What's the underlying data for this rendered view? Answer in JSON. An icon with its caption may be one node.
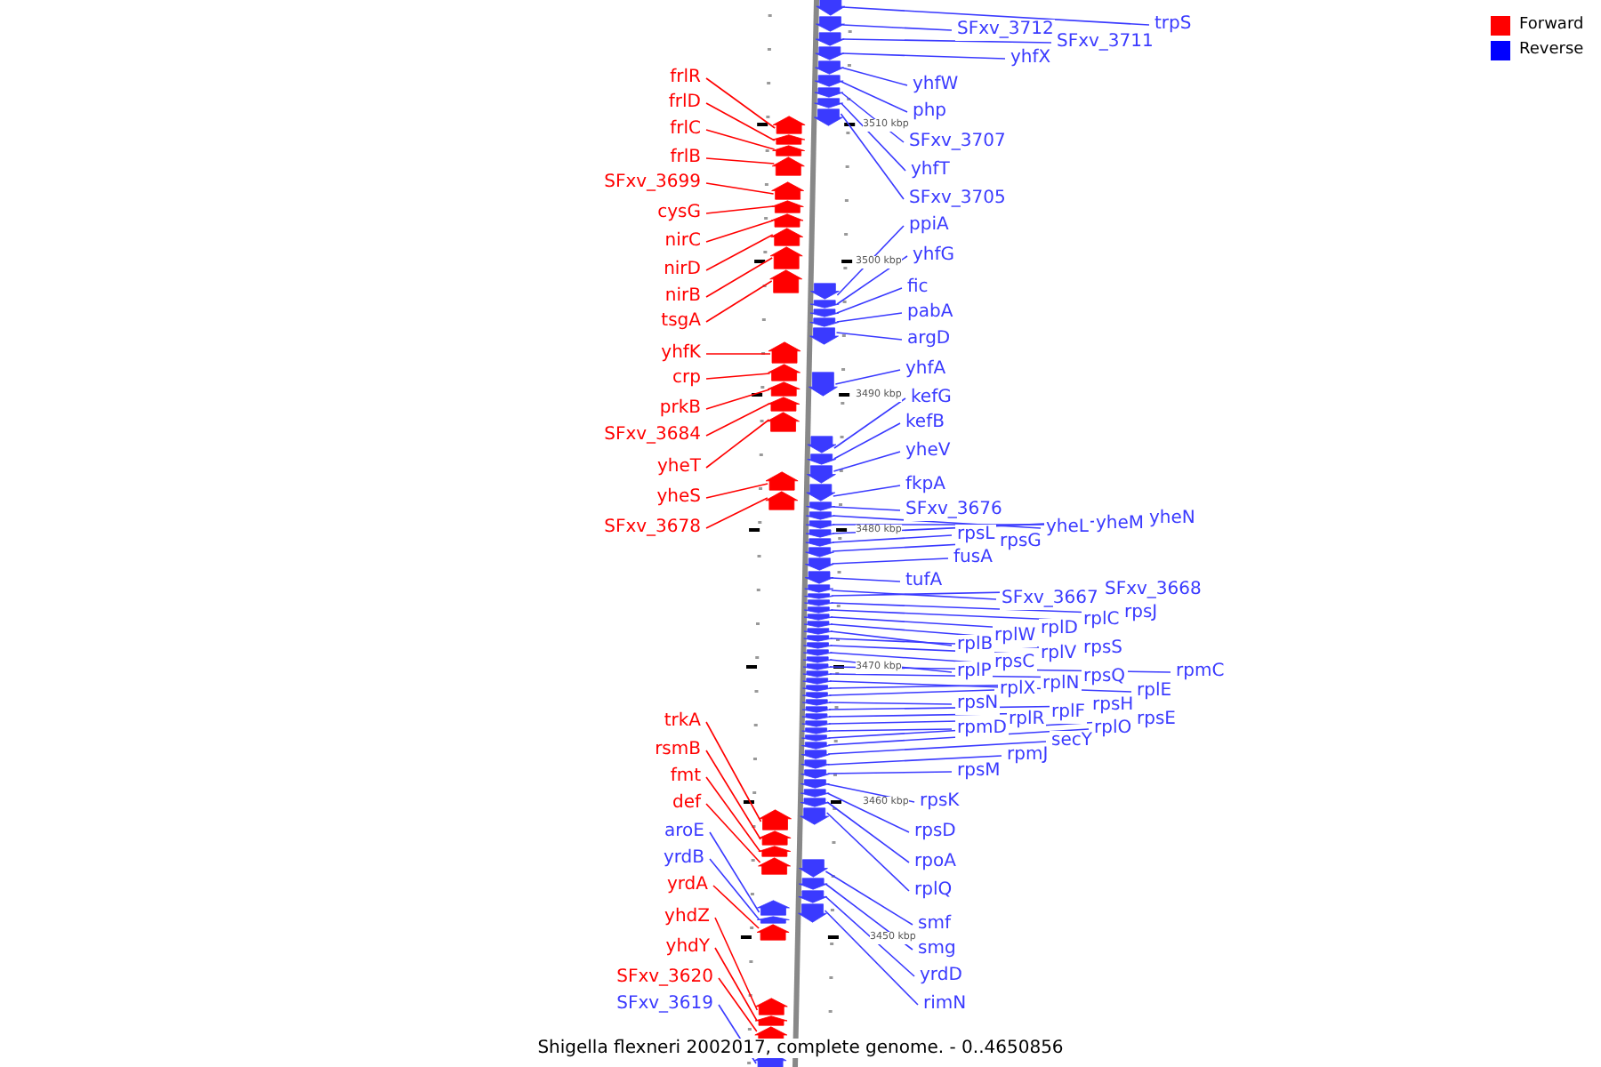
{
  "diagram": {
    "caption": "Shigella flexneri 2002017, complete genome. - 0..4650856",
    "nodes": [
      {
        "text": [
          "frlR"
        ]
      },
      {
        "text": [
          "frlD"
        ]
      },
      {
        "text": [
          "frlC"
        ]
      },
      {
        "text": [
          "frlB"
        ]
      },
      {
        "text": [
          "SFxv_3699"
        ]
      },
      {
        "text": [
          "cysG"
        ]
      },
      {
        "text": [
          "nirC"
        ]
      },
      {
        "text": [
          "nirD"
        ]
      },
      {
        "text": [
          "nirB"
        ]
      },
      {
        "text": [
          "tsgA"
        ]
      },
      {
        "text": [
          "yhfK"
        ]
      },
      {
        "text": [
          "crp"
        ]
      },
      {
        "text": [
          "prkB"
        ]
      },
      {
        "text": [
          "SFxv_3684"
        ]
      },
      {
        "text": [
          "yheT"
        ]
      },
      {
        "text": [
          "yheS"
        ]
      },
      {
        "text": [
          "SFxv_3678"
        ]
      },
      {
        "text": [
          "trkA"
        ]
      },
      {
        "text": [
          "rsmB"
        ]
      },
      {
        "text": [
          "fmt"
        ]
      },
      {
        "text": [
          "def"
        ]
      },
      {
        "text": [
          "aroE"
        ]
      },
      {
        "text": [
          "yrdB"
        ]
      },
      {
        "text": [
          "yrdA"
        ]
      },
      {
        "text": [
          "yhdZ"
        ]
      },
      {
        "text": [
          "yhdY"
        ]
      },
      {
        "text": [
          "SFxv_3620"
        ]
      },
      {
        "text": [
          "SFxv_3619"
        ]
      },
      {
        "text": [
          "trpS"
        ]
      },
      {
        "text": [
          "SFxv_3712"
        ]
      },
      {
        "text": [
          "SFxv_3711"
        ]
      },
      {
        "text": [
          "yhfX"
        ]
      },
      {
        "text": [
          "yhfW"
        ]
      },
      {
        "text": [
          "php"
        ]
      },
      {
        "text": [
          "SFxv_3707"
        ]
      },
      {
        "text": [
          "yhfT"
        ]
      },
      {
        "text": [
          "SFxv_3705"
        ]
      },
      {
        "text": [
          "ppiA"
        ]
      },
      {
        "text": [
          "yhfG"
        ]
      },
      {
        "text": [
          "fic"
        ]
      },
      {
        "text": [
          "pabA"
        ]
      },
      {
        "text": [
          "argD"
        ]
      },
      {
        "text": [
          "yhfA"
        ]
      },
      {
        "text": [
          "kefG"
        ]
      },
      {
        "text": [
          "kefB"
        ]
      },
      {
        "text": [
          "yheV"
        ]
      },
      {
        "text": [
          "fkpA"
        ]
      },
      {
        "text": [
          "SFxv_3676"
        ]
      },
      {
        "text": [
          "yheL"
        ]
      },
      {
        "text": [
          "yheM"
        ]
      },
      {
        "text": [
          "yheN"
        ]
      },
      {
        "text": [
          "rpsL"
        ]
      },
      {
        "text": [
          "rpsG"
        ]
      },
      {
        "text": [
          "fusA"
        ]
      },
      {
        "text": [
          "tufA"
        ]
      },
      {
        "text": [
          "SFxv_3667"
        ]
      },
      {
        "text": [
          "SFxv_3668"
        ]
      },
      {
        "text": [
          "rpsJ"
        ]
      },
      {
        "text": [
          "rplC"
        ]
      },
      {
        "text": [
          "rplD"
        ]
      },
      {
        "text": [
          "rplW"
        ]
      },
      {
        "text": [
          "rplB"
        ]
      },
      {
        "text": [
          "rpsS"
        ]
      },
      {
        "text": [
          "rplV"
        ]
      },
      {
        "text": [
          "rpsC"
        ]
      },
      {
        "text": [
          "rplP"
        ]
      },
      {
        "text": [
          "rpmC"
        ]
      },
      {
        "text": [
          "rpsQ"
        ]
      },
      {
        "text": [
          "rplE"
        ]
      },
      {
        "text": [
          "rplN"
        ]
      },
      {
        "text": [
          "rplX"
        ]
      },
      {
        "text": [
          "rpsN"
        ]
      },
      {
        "text": [
          "rpsH"
        ]
      },
      {
        "text": [
          "rplF"
        ]
      },
      {
        "text": [
          "rplR"
        ]
      },
      {
        "text": [
          "rpmD"
        ]
      },
      {
        "text": [
          "rpsE"
        ]
      },
      {
        "text": [
          "rplO"
        ]
      },
      {
        "text": [
          "secY"
        ]
      },
      {
        "text": [
          "rpmJ"
        ]
      },
      {
        "text": [
          "rpsM"
        ]
      },
      {
        "text": [
          "rpsK"
        ]
      },
      {
        "text": [
          "rpsD"
        ]
      },
      {
        "text": [
          "rpoA"
        ]
      },
      {
        "text": [
          "rplQ"
        ]
      },
      {
        "text": [
          "smf"
        ]
      },
      {
        "text": [
          "smg"
        ]
      },
      {
        "text": [
          "yrdD"
        ]
      },
      {
        "text": [
          "rimN"
        ]
      },
      {
        "text": [],
        "shape": "arrow"
      },
      {
        "text": [],
        "shape": "arrow"
      },
      {
        "text": [],
        "shape": "arrow"
      },
      {
        "text": [],
        "shape": "arrow"
      },
      {
        "text": [],
        "shape": "arrow"
      },
      {
        "text": [],
        "shape": "arrow"
      },
      {
        "text": [],
        "shape": "arrow"
      },
      {
        "text": [],
        "shape": "arrow"
      },
      {
        "text": [],
        "shape": "arrow"
      },
      {
        "text": [],
        "shape": "arrow"
      },
      {
        "text": [],
        "shape": "arrow"
      },
      {
        "text": [],
        "shape": "arrow"
      },
      {
        "text": [],
        "shape": "arrow"
      },
      {
        "text": [],
        "shape": "arrow"
      },
      {
        "text": [],
        "shape": "arrow"
      },
      {
        "text": [],
        "shape": "arrow"
      },
      {
        "text": [],
        "shape": "arrow"
      },
      {
        "text": [],
        "shape": "arrow"
      },
      {
        "text": [],
        "shape": "arrow"
      },
      {
        "text": [],
        "shape": "arrow"
      },
      {
        "text": [],
        "shape": "arrow"
      },
      {
        "text": [],
        "shape": "arrow"
      },
      {
        "text": [],
        "shape": "arrow"
      },
      {
        "text": [],
        "shape": "arrow"
      },
      {
        "text": [],
        "shape": "arrow"
      },
      {
        "text": [],
        "shape": "arrow"
      },
      {
        "text": [],
        "shape": "arrow"
      },
      {
        "text": [],
        "shape": "arrow"
      },
      {
        "text": [],
        "shape": "arrow"
      },
      {
        "text": [],
        "shape": "arrow"
      },
      {
        "text": [],
        "shape": "arrow"
      },
      {
        "text": [],
        "shape": "arrow"
      },
      {
        "text": [],
        "shape": "arrow"
      },
      {
        "text": [],
        "shape": "arrow"
      },
      {
        "text": [],
        "shape": "arrow"
      },
      {
        "text": [],
        "shape": "arrow"
      },
      {
        "text": [],
        "shape": "arrow"
      },
      {
        "text": [],
        "shape": "arrow"
      },
      {
        "text": [],
        "shape": "arrow"
      },
      {
        "text": [],
        "shape": "arrow"
      },
      {
        "text": [],
        "shape": "arrow"
      },
      {
        "text": [],
        "shape": "arrow"
      },
      {
        "text": [],
        "shape": "arrow"
      },
      {
        "text": [],
        "shape": "arrow"
      },
      {
        "text": [],
        "shape": "arrow"
      },
      {
        "text": [],
        "shape": "arrow"
      },
      {
        "text": [],
        "shape": "arrow"
      },
      {
        "text": [],
        "shape": "arrow"
      },
      {
        "text": [],
        "shape": "arrow"
      },
      {
        "text": [],
        "shape": "arrow"
      },
      {
        "text": [],
        "shape": "arrow"
      },
      {
        "text": [],
        "shape": "arrow"
      },
      {
        "text": [],
        "shape": "arrow"
      },
      {
        "text": [],
        "shape": "arrow"
      },
      {
        "text": [],
        "shape": "arrow"
      },
      {
        "text": [],
        "shape": "arrow"
      },
      {
        "text": [],
        "shape": "arrow"
      },
      {
        "text": [],
        "shape": "arrow"
      },
      {
        "text": [],
        "shape": "arrow"
      },
      {
        "text": [],
        "shape": "arrow"
      },
      {
        "text": [],
        "shape": "arrow"
      },
      {
        "text": [],
        "shape": "arrow"
      },
      {
        "text": [],
        "shape": "arrow"
      },
      {
        "text": [],
        "shape": "arrow"
      },
      {
        "text": [],
        "shape": "arrow"
      },
      {
        "text": [],
        "shape": "arrow"
      },
      {
        "text": [],
        "shape": "arrow"
      },
      {
        "text": [],
        "shape": "arrow"
      },
      {
        "text": [],
        "shape": "arrow"
      },
      {
        "text": [],
        "shape": "arrow"
      },
      {
        "text": [],
        "shape": "arrow"
      },
      {
        "text": [],
        "shape": "arrow"
      },
      {
        "text": [],
        "shape": "arrow"
      },
      {
        "text": [],
        "shape": "arrow"
      },
      {
        "text": [],
        "shape": "arrow"
      },
      {
        "text": [],
        "shape": "arrow"
      },
      {
        "text": [],
        "shape": "arrow"
      },
      {
        "text": [],
        "shape": "arrow"
      },
      {
        "text": [],
        "shape": "arrow"
      },
      {
        "text": [],
        "shape": "arrow"
      },
      {
        "text": [],
        "shape": "arrow"
      },
      {
        "text": [],
        "shape": "arrow"
      },
      {
        "text": [],
        "shape": "arrow"
      },
      {
        "text": [],
        "shape": "arrow"
      },
      {
        "text": [],
        "shape": "arrow"
      },
      {
        "text": [],
        "shape": "arrow"
      },
      {
        "text": [],
        "shape": "arrow"
      },
      {
        "text": [],
        "shape": "arrow"
      },
      {
        "text": [],
        "shape": "arrow"
      }
    ],
    "edges": [
      {
        "from": 0,
        "to": 89,
        "arrow": "none",
        "color": "#ff0000"
      },
      {
        "from": 1,
        "to": 90,
        "arrow": "none",
        "color": "#ff0000"
      },
      {
        "from": 2,
        "to": 91,
        "arrow": "none",
        "color": "#ff0000"
      },
      {
        "from": 3,
        "to": 92,
        "arrow": "none",
        "color": "#ff0000"
      },
      {
        "from": 4,
        "to": 93,
        "arrow": "none",
        "color": "#ff0000"
      },
      {
        "from": 5,
        "to": 94,
        "arrow": "none",
        "color": "#ff0000"
      },
      {
        "from": 6,
        "to": 95,
        "arrow": "none",
        "color": "#ff0000"
      },
      {
        "from": 7,
        "to": 96,
        "arrow": "none",
        "color": "#ff0000"
      },
      {
        "from": 8,
        "to": 97,
        "arrow": "none",
        "color": "#ff0000"
      },
      {
        "from": 9,
        "to": 98,
        "arrow": "none",
        "color": "#ff0000"
      },
      {
        "from": 10,
        "to": 99,
        "arrow": "none",
        "color": "#ff0000"
      },
      {
        "from": 11,
        "to": 100,
        "arrow": "none",
        "color": "#ff0000"
      },
      {
        "from": 12,
        "to": 101,
        "arrow": "none",
        "color": "#ff0000"
      },
      {
        "from": 13,
        "to": 102,
        "arrow": "none",
        "color": "#ff0000"
      },
      {
        "from": 14,
        "to": 103,
        "arrow": "none",
        "color": "#ff0000"
      },
      {
        "from": 15,
        "to": 104,
        "arrow": "none",
        "color": "#ff0000"
      },
      {
        "from": 16,
        "to": 105,
        "arrow": "none",
        "color": "#ff0000"
      },
      {
        "from": 17,
        "to": 106,
        "arrow": "none",
        "color": "#ff0000"
      },
      {
        "from": 18,
        "to": 107,
        "arrow": "none",
        "color": "#ff0000"
      },
      {
        "from": 19,
        "to": 108,
        "arrow": "none",
        "color": "#ff0000"
      },
      {
        "from": 20,
        "to": 109,
        "arrow": "none",
        "color": "#ff0000"
      },
      {
        "from": 21,
        "to": 110,
        "arrow": "none"
      },
      {
        "from": 22,
        "to": 111,
        "arrow": "none"
      },
      {
        "from": 23,
        "to": 112,
        "arrow": "none",
        "color": "#ff0000"
      },
      {
        "from": 24,
        "to": 113,
        "arrow": "none",
        "color": "#ff0000"
      },
      {
        "from": 25,
        "to": 114,
        "arrow": "none",
        "color": "#ff0000"
      },
      {
        "from": 26,
        "to": 115,
        "arrow": "none",
        "color": "#ff0000"
      },
      {
        "from": 27,
        "to": 116,
        "arrow": "none"
      },
      {
        "from": 28,
        "to": 117,
        "arrow": "none"
      },
      {
        "from": 29,
        "to": 118,
        "arrow": "none"
      },
      {
        "from": 30,
        "to": 119,
        "arrow": "none"
      },
      {
        "from": 31,
        "to": 120,
        "arrow": "none"
      },
      {
        "from": 32,
        "to": 121,
        "arrow": "none"
      },
      {
        "from": 33,
        "to": 122,
        "arrow": "none"
      },
      {
        "from": 34,
        "to": 123,
        "arrow": "none"
      },
      {
        "from": 35,
        "to": 124,
        "arrow": "none"
      },
      {
        "from": 36,
        "to": 125,
        "arrow": "none"
      },
      {
        "from": 37,
        "to": 126,
        "arrow": "none"
      },
      {
        "from": 38,
        "to": 127,
        "arrow": "none"
      },
      {
        "from": 39,
        "to": 128,
        "arrow": "none"
      },
      {
        "from": 40,
        "to": 129,
        "arrow": "none"
      },
      {
        "from": 41,
        "to": 130,
        "arrow": "none"
      },
      {
        "from": 42,
        "to": 131,
        "arrow": "none"
      },
      {
        "from": 43,
        "to": 132,
        "arrow": "none"
      },
      {
        "from": 44,
        "to": 133,
        "arrow": "none"
      },
      {
        "from": 45,
        "to": 134,
        "arrow": "none"
      },
      {
        "from": 46,
        "to": 135,
        "arrow": "none"
      },
      {
        "from": 47,
        "to": 136,
        "arrow": "none"
      },
      {
        "from": 48,
        "to": 137,
        "arrow": "none"
      },
      {
        "from": 49,
        "to": 138,
        "arrow": "none"
      },
      {
        "from": 50,
        "to": 139,
        "arrow": "none"
      },
      {
        "from": 51,
        "to": 140,
        "arrow": "none"
      },
      {
        "from": 52,
        "to": 141,
        "arrow": "none"
      },
      {
        "from": 53,
        "to": 142,
        "arrow": "none"
      },
      {
        "from": 54,
        "to": 143,
        "arrow": "none"
      },
      {
        "from": 55,
        "to": 144,
        "arrow": "none"
      },
      {
        "from": 56,
        "to": 145,
        "arrow": "none"
      },
      {
        "from": 57,
        "to": 146,
        "arrow": "none"
      },
      {
        "from": 58,
        "to": 147,
        "arrow": "none"
      },
      {
        "from": 59,
        "to": 148,
        "arrow": "none"
      },
      {
        "from": 60,
        "to": 149,
        "arrow": "none"
      },
      {
        "from": 61,
        "to": 150,
        "arrow": "none"
      },
      {
        "from": 62,
        "to": 151,
        "arrow": "none"
      },
      {
        "from": 63,
        "to": 152,
        "arrow": "none"
      },
      {
        "from": 64,
        "to": 153,
        "arrow": "none"
      },
      {
        "from": 65,
        "to": 154,
        "arrow": "none"
      },
      {
        "from": 66,
        "to": 155,
        "arrow": "none"
      },
      {
        "from": 67,
        "to": 156,
        "arrow": "none"
      },
      {
        "from": 68,
        "to": 157,
        "arrow": "none"
      },
      {
        "from": 69,
        "to": 158,
        "arrow": "none"
      },
      {
        "from": 70,
        "to": 159,
        "arrow": "none"
      },
      {
        "from": 71,
        "to": 160,
        "arrow": "none"
      },
      {
        "from": 72,
        "to": 161,
        "arrow": "none"
      },
      {
        "from": 73,
        "to": 162,
        "arrow": "none"
      },
      {
        "from": 74,
        "to": 163,
        "arrow": "none"
      },
      {
        "from": 75,
        "to": 164,
        "arrow": "none"
      },
      {
        "from": 76,
        "to": 165,
        "arrow": "none"
      },
      {
        "from": 77,
        "to": 166,
        "arrow": "none"
      },
      {
        "from": 78,
        "to": 167,
        "arrow": "none"
      },
      {
        "from": 79,
        "to": 168,
        "arrow": "none"
      },
      {
        "from": 80,
        "to": 169,
        "arrow": "none"
      },
      {
        "from": 81,
        "to": 170,
        "arrow": "none"
      },
      {
        "from": 82,
        "to": 171,
        "arrow": "none"
      },
      {
        "from": 83,
        "to": 172,
        "arrow": "none"
      },
      {
        "from": 84,
        "to": 173,
        "arrow": "none"
      },
      {
        "from": 85,
        "to": 174,
        "arrow": "none"
      },
      {
        "from": 86,
        "to": 175,
        "arrow": "none"
      },
      {
        "from": 87,
        "to": 176,
        "arrow": "none"
      },
      {
        "from": 88,
        "to": 177,
        "arrow": "none"
      }
    ],
    "labels": [
      "3510 kbp",
      "3500 kbp",
      "3490 kbp",
      "3480 kbp",
      "3470 kbp",
      "3460 kbp",
      "3450 kbp"
    ],
    "legend": [
      {
        "text": "Forward",
        "color": "#ff0000"
      },
      {
        "text": "Reverse",
        "color": "#0000ff"
      }
    ]
  }
}
